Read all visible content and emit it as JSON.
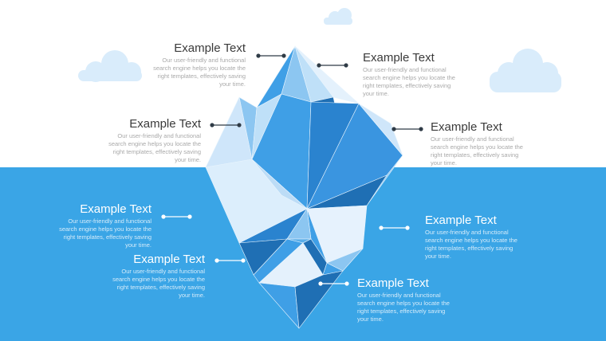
{
  "colors": {
    "sky": "#ffffff",
    "water": "#3aa5e6",
    "cloud": "#d9ecfb",
    "ice_light": "#cfe6fa",
    "ice_mid": "#8cc6f1",
    "ice_blue": "#3f9fe6",
    "ice_dark": "#1f6fb4",
    "connector_above": "#2f3b46",
    "connector_below": "#ffffff"
  },
  "callouts": [
    {
      "id": "top-left",
      "title": "Example Text",
      "body": "Our user-friendly and functional search engine helps you locate the right templates, effectively saving your time."
    },
    {
      "id": "top-right",
      "title": "Example Text",
      "body": "Our user-friendly and functional search engine helps you locate the right templates, effectively saving your time."
    },
    {
      "id": "mid-left",
      "title": "Example Text",
      "body": "Our user-friendly and functional search engine helps you locate the right templates, effectively saving your time."
    },
    {
      "id": "mid-right",
      "title": "Example Text",
      "body": "Our user-friendly and functional search engine helps you locate the right templates, effectively saving your time."
    },
    {
      "id": "water-left-1",
      "title": "Example Text",
      "body": "Our user-friendly and functional search engine helps you locate the right templates, effectively saving your time."
    },
    {
      "id": "water-right-1",
      "title": "Example Text",
      "body": "Our user-friendly and functional search engine helps you locate the right templates, effectively saving your time."
    },
    {
      "id": "water-left-2",
      "title": "Example Text",
      "body": "Our user-friendly and functional search engine helps you locate the right templates, effectively saving your time."
    },
    {
      "id": "water-right-2",
      "title": "Example Text",
      "body": "Our user-friendly and functional search engine helps you locate the right templates, effectively saving your time."
    }
  ]
}
